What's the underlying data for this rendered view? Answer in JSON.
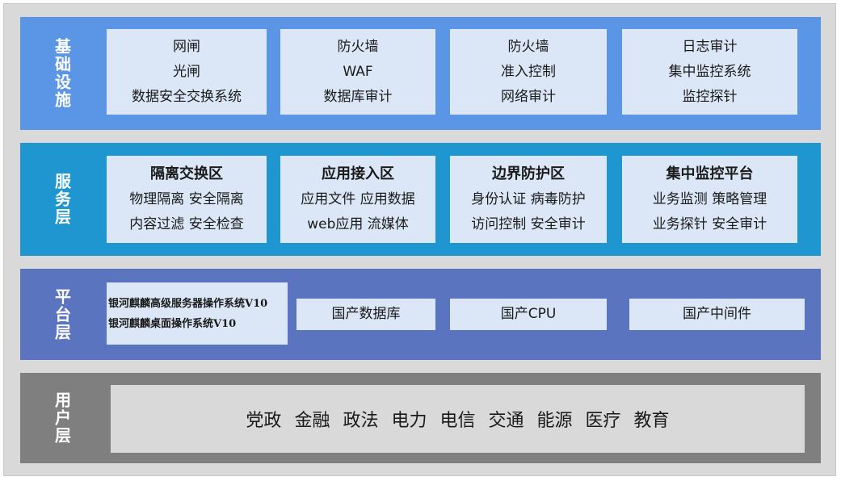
{
  "colors": {
    "infrastructure": "#5b95e6",
    "service": "#2096d0",
    "platform": "#5b74bf",
    "user": "#7f7f7f",
    "box": "#dbe7f7"
  },
  "layers": {
    "infrastructure": {
      "label": "基础设施",
      "boxes": [
        {
          "lines": [
            "网闸",
            "光闸",
            "数据安全交换系统"
          ]
        },
        {
          "lines": [
            "防火墙",
            "WAF",
            "数据库审计"
          ]
        },
        {
          "lines": [
            "防火墙",
            "准入控制",
            "网络审计"
          ]
        },
        {
          "lines": [
            "日志审计",
            "集中监控系统",
            "监控探针"
          ]
        }
      ]
    },
    "service": {
      "label": "服务层",
      "boxes": [
        {
          "title": "隔离交换区",
          "lines": [
            "物理隔离  安全隔离",
            "内容过滤  安全检查"
          ]
        },
        {
          "title": "应用接入区",
          "lines": [
            "应用文件  应用数据",
            "web应用  流媒体"
          ]
        },
        {
          "title": "边界防护区",
          "lines": [
            "身份认证  病毒防护",
            "访问控制  安全审计"
          ]
        },
        {
          "title": "集中监控平台",
          "lines": [
            "业务监测  策略管理",
            "业务探针  安全审计"
          ]
        }
      ]
    },
    "platform": {
      "label": "平台层",
      "os_lines": [
        "银河麒麟高级服务器操作系统V10",
        "银河麒麟桌面操作系统V10"
      ],
      "boxes": [
        "国产数据库",
        "国产CPU",
        "国产中间件"
      ]
    },
    "user": {
      "label": "用户层",
      "items": [
        "党政",
        "金融",
        "政法",
        "电力",
        "电信",
        "交通",
        "能源",
        "医疗",
        "教育"
      ]
    }
  }
}
